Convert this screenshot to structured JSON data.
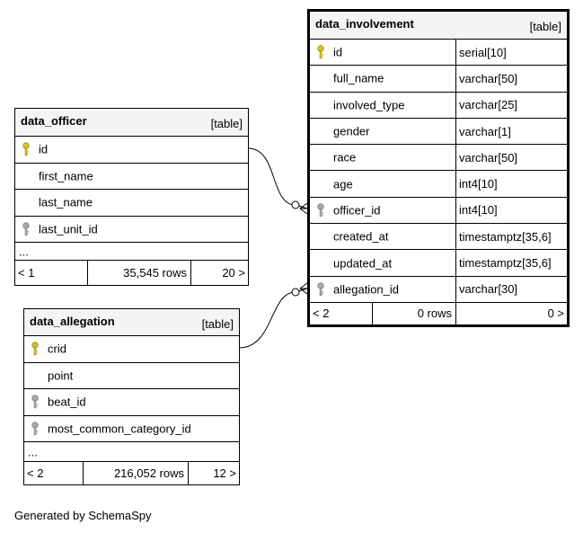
{
  "tables": {
    "officer": {
      "name": "data_officer",
      "kind": "[table]",
      "columns": [
        {
          "name": "id",
          "key": "primary"
        },
        {
          "name": "first_name",
          "key": "none"
        },
        {
          "name": "last_name",
          "key": "none"
        },
        {
          "name": "last_unit_id",
          "key": "foreign"
        }
      ],
      "more": "...",
      "footer": {
        "parents": "< 1",
        "rows": "35,545 rows",
        "children": "20 >"
      }
    },
    "allegation": {
      "name": "data_allegation",
      "kind": "[table]",
      "columns": [
        {
          "name": "crid",
          "key": "primary"
        },
        {
          "name": "point",
          "key": "none"
        },
        {
          "name": "beat_id",
          "key": "foreign"
        },
        {
          "name": "most_common_category_id",
          "key": "foreign"
        }
      ],
      "more": "...",
      "footer": {
        "parents": "< 2",
        "rows": "216,052 rows",
        "children": "12 >"
      }
    },
    "involvement": {
      "name": "data_involvement",
      "kind": "[table]",
      "columns": [
        {
          "name": "id",
          "type": "serial[10]",
          "key": "primary"
        },
        {
          "name": "full_name",
          "type": "varchar[50]",
          "key": "none"
        },
        {
          "name": "involved_type",
          "type": "varchar[25]",
          "key": "none"
        },
        {
          "name": "gender",
          "type": "varchar[1]",
          "key": "none"
        },
        {
          "name": "race",
          "type": "varchar[50]",
          "key": "none"
        },
        {
          "name": "age",
          "type": "int4[10]",
          "key": "none"
        },
        {
          "name": "officer_id",
          "type": "int4[10]",
          "key": "foreign"
        },
        {
          "name": "created_at",
          "type": "timestamptz[35,6]",
          "key": "none"
        },
        {
          "name": "updated_at",
          "type": "timestamptz[35,6]",
          "key": "none"
        },
        {
          "name": "allegation_id",
          "type": "varchar[30]",
          "key": "foreign"
        }
      ],
      "footer": {
        "parents": "< 2",
        "rows": "0 rows",
        "children": "0 >"
      }
    }
  },
  "colors": {
    "primary_key": "#e0c400",
    "foreign_key": "#aaaaaa",
    "header_bg": "#f4f4f4"
  },
  "generated_by": "Generated by SchemaSpy"
}
